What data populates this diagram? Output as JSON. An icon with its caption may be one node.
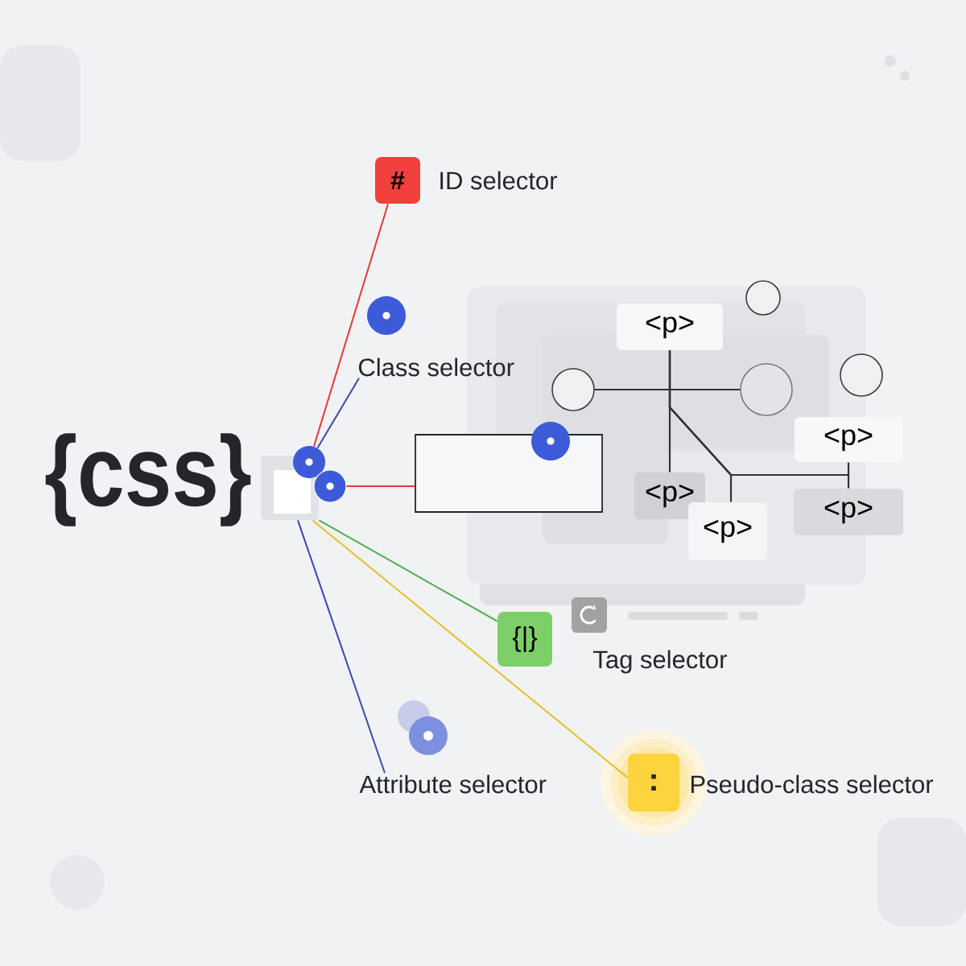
{
  "diagram": {
    "nodes": [
      {
        "text": [
          "{css}"
        ]
      },
      {
        "text": [],
        "shape": "box"
      },
      {
        "text": [],
        "shape": "circle"
      },
      {
        "text": [],
        "shape": "circle"
      },
      {
        "text": [
          "#"
        ],
        "beside": [
          "ID selector"
        ]
      },
      {
        "text": [
          "Class selector"
        ]
      },
      {
        "text": [],
        "shape": "box"
      },
      {
        "text": [
          "{|}"
        ],
        "beside": [
          "Tag selector"
        ]
      },
      {
        "text": [
          "Attribute selector"
        ]
      },
      {
        "text": [
          ":"
        ],
        "beside": [
          "Pseudo-class selector"
        ]
      },
      {
        "text": [
          "<p>"
        ]
      },
      {
        "text": [],
        "shape": "circle"
      },
      {
        "text": [],
        "shape": "circle"
      },
      {
        "text": [],
        "shape": "circle"
      },
      {
        "text": [],
        "shape": "circle"
      },
      {
        "text": [
          "<p>"
        ]
      },
      {
        "text": [
          "<p>"
        ]
      },
      {
        "text": [
          "<p>"
        ]
      },
      {
        "text": [
          "<p>"
        ]
      }
    ],
    "edges": [
      {
        "from": 2,
        "to": 4,
        "arrow": "none",
        "color": "#e53935"
      },
      {
        "from": 2,
        "to": 5,
        "arrow": "none",
        "color": "#3949ab"
      },
      {
        "from": 3,
        "to": 6,
        "arrow": "none",
        "color": "#e53935"
      },
      {
        "from": 1,
        "to": 7,
        "arrow": "none",
        "color": "#4caf50"
      },
      {
        "from": 1,
        "to": 9,
        "arrow": "none",
        "color": "#e2bf2a"
      },
      {
        "from": 1,
        "to": 8,
        "arrow": "none",
        "color": "#3949ab"
      },
      {
        "from": 10,
        "to": 15,
        "arrow": "none"
      },
      {
        "from": 11,
        "to": 12,
        "arrow": "none"
      },
      {
        "from": 10,
        "to": 16,
        "arrow": "none"
      },
      {
        "from": 10,
        "to": 17,
        "arrow": "none"
      },
      {
        "from": 10,
        "to": 18,
        "arrow": "none"
      }
    ]
  }
}
